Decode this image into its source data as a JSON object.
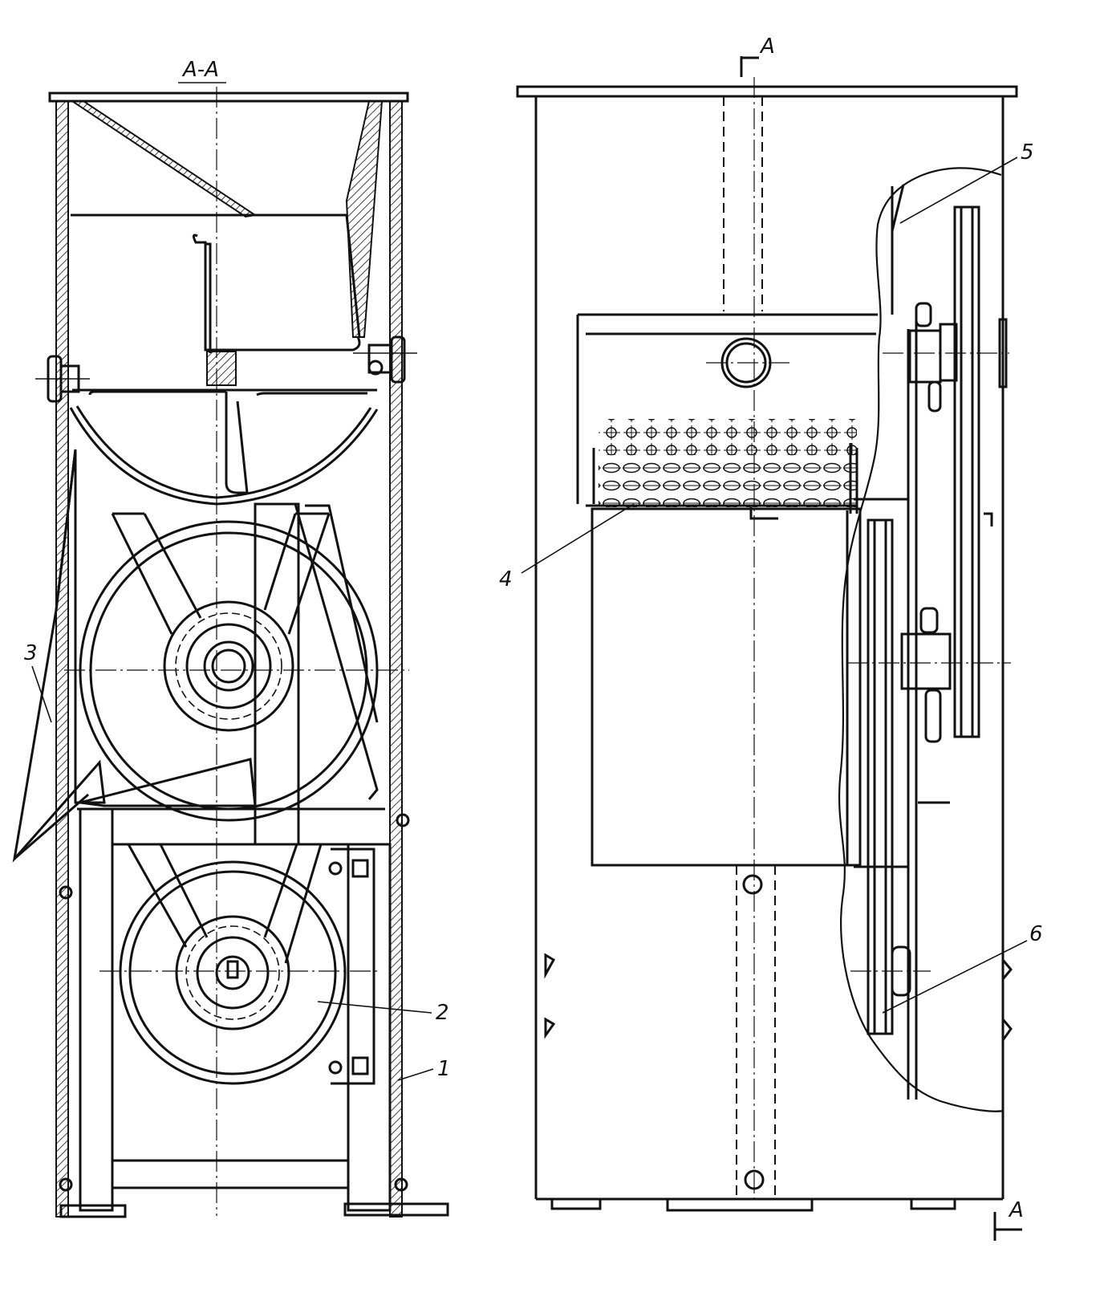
{
  "section_label": "А-А",
  "cut_marker_top": "А",
  "cut_marker_bottom": "А",
  "callouts": [
    {
      "id": "1",
      "text": "1"
    },
    {
      "id": "2",
      "text": "2"
    },
    {
      "id": "3",
      "text": "3"
    },
    {
      "id": "4",
      "text": "4"
    },
    {
      "id": "5",
      "text": "5"
    },
    {
      "id": "6",
      "text": "6"
    }
  ],
  "colors": {
    "ink": "#111111",
    "paper": "#ffffff"
  }
}
